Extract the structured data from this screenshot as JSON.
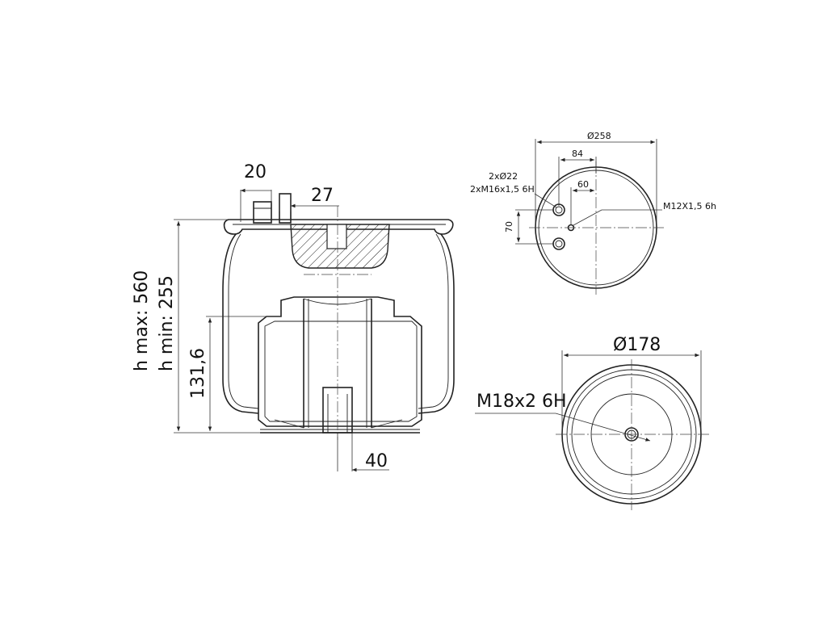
{
  "side_view": {
    "dim_20": "20",
    "dim_27": "27",
    "dim_h_max": "h max: 560",
    "dim_h_min": "h min: 255",
    "dim_131": "131,6",
    "dim_40": "40"
  },
  "top_view": {
    "dim_258": "Ø258",
    "dim_84": "84",
    "dim_60": "60",
    "dim_70": "70",
    "holes_dia": "2xØ22",
    "holes_thread": "2xM16x1,5 6H",
    "center_thread": "M12X1,5 6h"
  },
  "bottom_view": {
    "dim_178": "Ø178",
    "center_thread": "M18x2 6H"
  }
}
